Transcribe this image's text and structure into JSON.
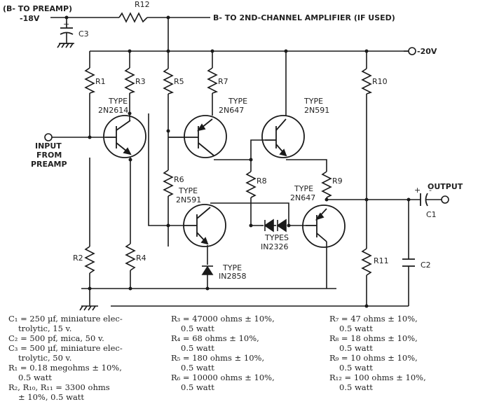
{
  "labels": {
    "b_to_preamp": "(B- TO PREAMP)",
    "v18": "-18V",
    "b_to_2nd": "B- TO 2ND-CHANNEL AMPLIFIER (IF USED)",
    "v20": "-20V",
    "input": "INPUT",
    "from": "FROM",
    "preamp": "PREAMP",
    "output": "OUTPUT",
    "type": "TYPE",
    "types": "TYPES",
    "t1": "2N2614",
    "t2": "2N647",
    "t3": "2N591",
    "t4": "2N591",
    "t5": "2N647",
    "diodes": "IN2326",
    "zener": "IN2858",
    "plus": "+",
    "minus": "-"
  },
  "refs": {
    "R1": "R1",
    "R2": "R2",
    "R3": "R3",
    "R4": "R4",
    "R5": "R5",
    "R6": "R6",
    "R7": "R7",
    "R8": "R8",
    "R9": "R9",
    "R10": "R10",
    "R11": "R11",
    "R12": "R12",
    "C1": "C1",
    "C2": "C2",
    "C3": "C3"
  },
  "parts": {
    "col1": [
      "C₁ = 250 µf, miniature elec-",
      "trolytic, 15 v.",
      "C₂ = 500 pf, mica, 50 v.",
      "C₃ = 500 µf, miniature elec-",
      "trolytic, 50 v.",
      "R₁ = 0.18 megohms ± 10%,",
      "0.5 watt",
      "R₂, R₁₀, R₁₁ = 3300 ohms",
      "± 10%, 0.5 watt"
    ],
    "col2": [
      "R₃ = 47000 ohms ± 10%,",
      "0.5 watt",
      "R₄ = 68 ohms ± 10%,",
      "0.5 watt",
      "R₅ = 180 ohms ± 10%,",
      "0.5 watt",
      "R₆ = 10000 ohms ± 10%,",
      "0.5 watt"
    ],
    "col3": [
      "R₇ = 47 ohms ± 10%,",
      "0.5 watt",
      "R₈ = 18 ohms ± 10%,",
      "0.5 watt",
      "R₉ = 10 ohms ± 10%,",
      "0.5 watt",
      "R₁₂ = 100 ohms ± 10%,",
      "0.5 watt"
    ]
  }
}
